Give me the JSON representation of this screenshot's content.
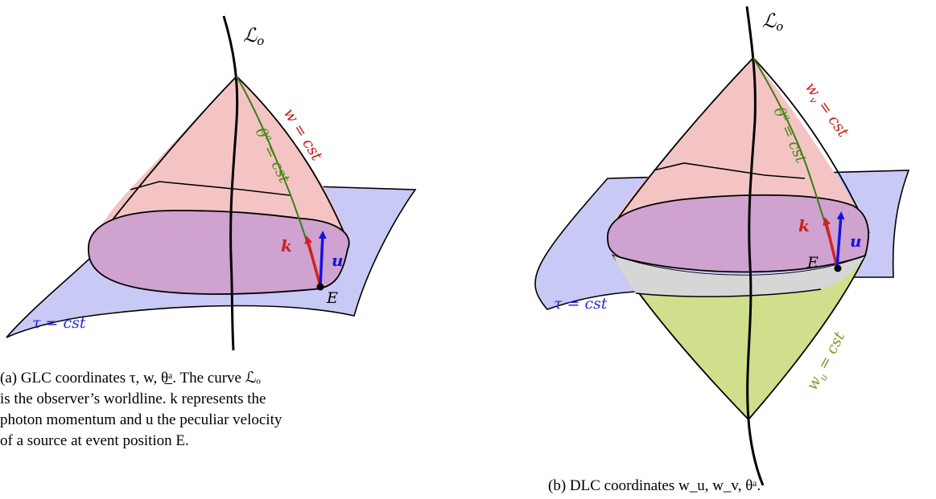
{
  "panel_a": {
    "worldline_label": "ℒ",
    "worldline_sub": "o",
    "w_label": "w = cst",
    "theta_label": "θ",
    "theta_sup": "a",
    "theta_rest": "= cst",
    "tau_label": "τ = cst",
    "k_label": "k",
    "u_label": "u",
    "event_label": "E",
    "caption_lines": [
      "(a) GLC coordinates τ, w, θ̲ᵃ.  The curve ℒₒ",
      "is the observer’s worldline.  k represents the",
      "photon momentum and u the peculiar velocity",
      "of a source at event position E."
    ]
  },
  "panel_b": {
    "worldline_label": "ℒ",
    "worldline_sub": "o",
    "wv_label": "w",
    "wv_sub": "v",
    "wv_rest": "= cst",
    "theta_label": "θ",
    "theta_sup": "a",
    "theta_rest": "= cst",
    "tau_label": "τ = cst",
    "wu_label": "w",
    "wu_sub": "u",
    "wu_rest": "= cst",
    "k_label": "k",
    "u_label": "u",
    "event_label": "E",
    "caption": "(b) DLC coordinates w_u, w_v, θᵃ."
  },
  "colors": {
    "cone_red": "#f4c4c4",
    "plane_blue": "#c9c9f6",
    "overlap_purple": "#cfa2cf",
    "lower_cone_green": "#d0df8c",
    "gray_band": "#d6d6d6",
    "red_text": "#c8201c",
    "blue_text": "#2a2ad6",
    "green_text": "#4d8a1a",
    "lightgreen_text": "#7a9c2a",
    "arrow_red": "#d42020",
    "arrow_blue": "#1414e0",
    "geodesic_green": "#3a7d12"
  }
}
